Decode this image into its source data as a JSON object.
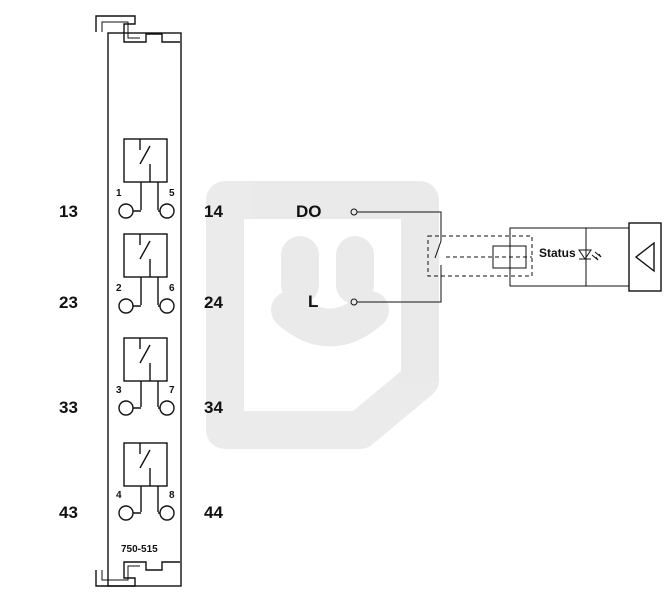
{
  "module": {
    "part_number": "750-515",
    "channels": [
      {
        "left_terminal": "13",
        "right_terminal": "14",
        "pin_a": "1",
        "pin_b": "5"
      },
      {
        "left_terminal": "23",
        "right_terminal": "24",
        "pin_a": "2",
        "pin_b": "6"
      },
      {
        "left_terminal": "33",
        "right_terminal": "34",
        "pin_a": "3",
        "pin_b": "7"
      },
      {
        "left_terminal": "43",
        "right_terminal": "44",
        "pin_a": "4",
        "pin_b": "8"
      }
    ]
  },
  "schematic": {
    "do_label": "DO",
    "l_label": "L",
    "status_label": "Status"
  }
}
